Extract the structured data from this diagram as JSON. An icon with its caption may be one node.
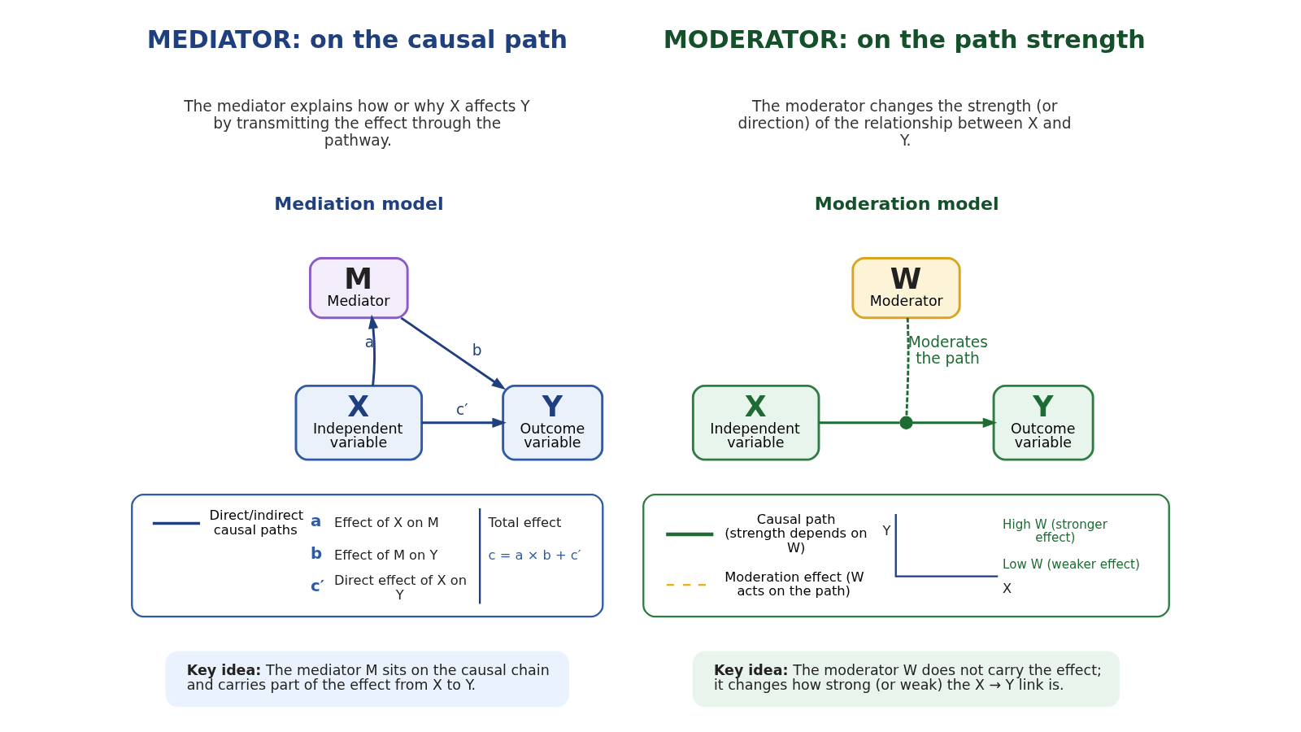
{
  "diagram": {
    "nodes": [
      {
        "text": [
          "M",
          "Mediator"
        ]
      },
      {
        "text": [
          "X",
          "Independent variable"
        ]
      },
      {
        "text": [
          "Y",
          "Outcome variable"
        ]
      },
      {
        "text": [
          "W",
          "Moderator"
        ]
      },
      {
        "text": [
          "X",
          "Independent variable"
        ]
      },
      {
        "text": [],
        "shape": "circle"
      },
      {
        "text": [
          "Y",
          "Outcome variable"
        ]
      },
      {
        "text": [
          "**Key idea:** The mediator M sits on the causal chain and carries part of the effect from X to Y."
        ]
      },
      {
        "text": [
          "**Key idea:** The moderator W does not carry the effect; it changes how strong (or weak) the X → Y link is."
        ]
      }
    ],
    "edges": [
      {
        "from": 1,
        "to": 0,
        "arrow": "to",
        "label": "a",
        "color": "#1f3f7f"
      },
      {
        "from": 0,
        "to": 2,
        "arrow": "to",
        "label": "b",
        "color": "#1f3f7f"
      },
      {
        "from": 1,
        "to": 2,
        "arrow": "to",
        "label": "c′",
        "color": "#1f3f7f"
      },
      {
        "from": 4,
        "to": 5,
        "arrow": "none",
        "color": "#1e6b34"
      },
      {
        "from": 5,
        "to": 6,
        "arrow": "to",
        "color": "#1e6b34"
      },
      {
        "from": 3,
        "to": 5,
        "arrow": "none",
        "label": "Moderates the path",
        "style": "dashed",
        "color": "#1e6b34"
      }
    ],
    "labels": [
      "MEDIATOR: on the causal path",
      "The mediator explains how or why X affects Y by transmitting the effect through the pathway.",
      "Mediation model",
      "MODERATOR: on the path strength",
      "The moderator changes the strength (or direction) of the relationship between X and Y.",
      "Moderation model",
      "a",
      "Effect of X on M",
      "b",
      "Effect of M on Y",
      "c′",
      "Direct effect of X on Y",
      "Total effect",
      "c = a × b + c′",
      "Y",
      "High W (stronger effect)",
      "Low W (weaker effect)",
      "X"
    ],
    "legend": [
      {
        "text": "Direct/indirect causal paths"
      },
      {
        "text": "Causal path (strength depends on W)"
      },
      {
        "text": "Moderation effect (W acts on the path)"
      }
    ]
  }
}
